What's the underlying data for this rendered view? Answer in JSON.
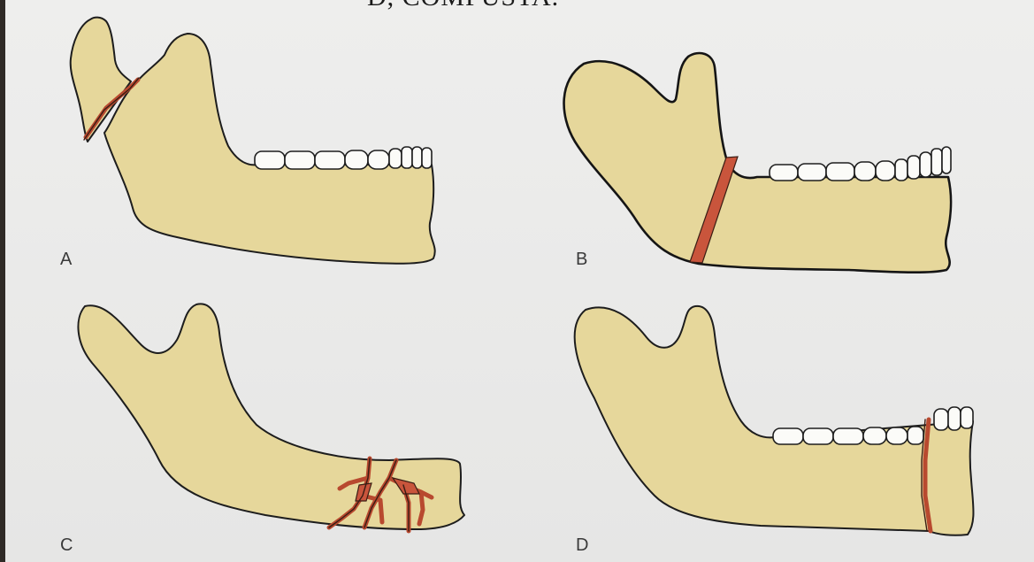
{
  "header": {
    "caption_fragment": "D, COMPUSTA."
  },
  "panels": [
    {
      "label": "A"
    },
    {
      "label": "B"
    },
    {
      "label": "C"
    },
    {
      "label": "D"
    }
  ],
  "colors": {
    "bone": "#e6d79b",
    "fracture": "#c9553c",
    "tooth": "#fbfbf8",
    "outline": "#1d1d1d",
    "background": "#e9e9e8"
  }
}
